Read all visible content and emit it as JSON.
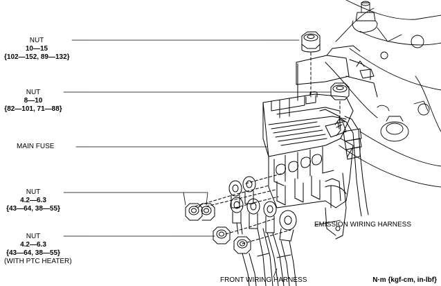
{
  "callouts": {
    "nut_top": {
      "name": "NUT",
      "torque": "10—15",
      "alt": "{102—152, 89—132}"
    },
    "nut_second": {
      "name": "NUT",
      "torque": "8—10",
      "alt": "{82—101, 71—88}"
    },
    "main_fuse": {
      "name": "MAIN FUSE"
    },
    "nut_third": {
      "name": "NUT",
      "torque": "4.2—6.3",
      "alt": "{43—64, 38—55}"
    },
    "nut_bottom": {
      "name": "NUT",
      "torque": "4.2—6.3",
      "alt": "{43—64, 38—55}",
      "note": "(WITH PTC HEATER)"
    },
    "emission_harness": {
      "name": "EMISSION WIRING HARNESS"
    },
    "front_harness": {
      "name": "FRONT WIRING HARNESS"
    }
  },
  "units": "N·m {kgf-cm, in-lbf}",
  "colors": {
    "line": "#000000",
    "background": "#ffffff"
  }
}
